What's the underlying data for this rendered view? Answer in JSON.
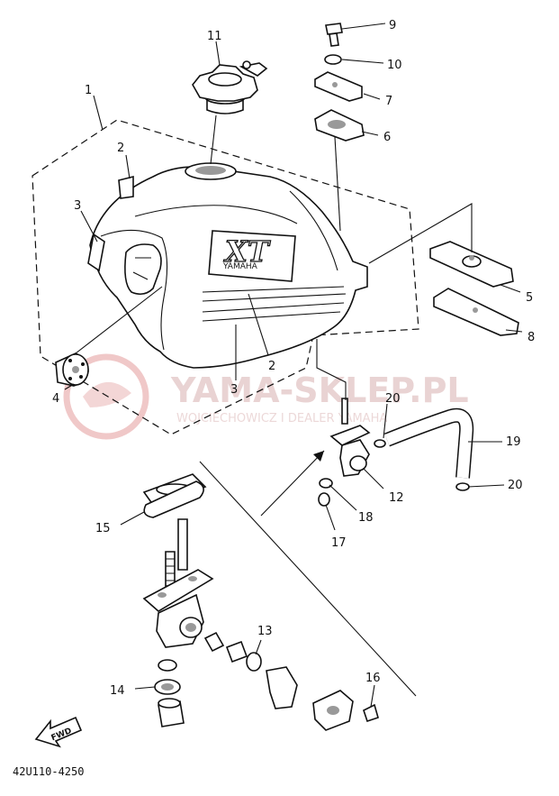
{
  "callouts": [
    "1",
    "2",
    "2",
    "3",
    "3",
    "4",
    "5",
    "6",
    "7",
    "8",
    "9",
    "10",
    "11",
    "12",
    "13",
    "14",
    "15",
    "16",
    "17",
    "18",
    "19",
    "20",
    "20"
  ],
  "tank_badge": {
    "logo": "XT",
    "brand": "YAMAHA"
  },
  "fwd_label": "FWD",
  "doc_code": "42U110-4250",
  "watermark": {
    "title": "YAMA-SKLEP.PL",
    "subtitle": "WOJCIECHOWICZ I DEALER YAMAHA"
  }
}
